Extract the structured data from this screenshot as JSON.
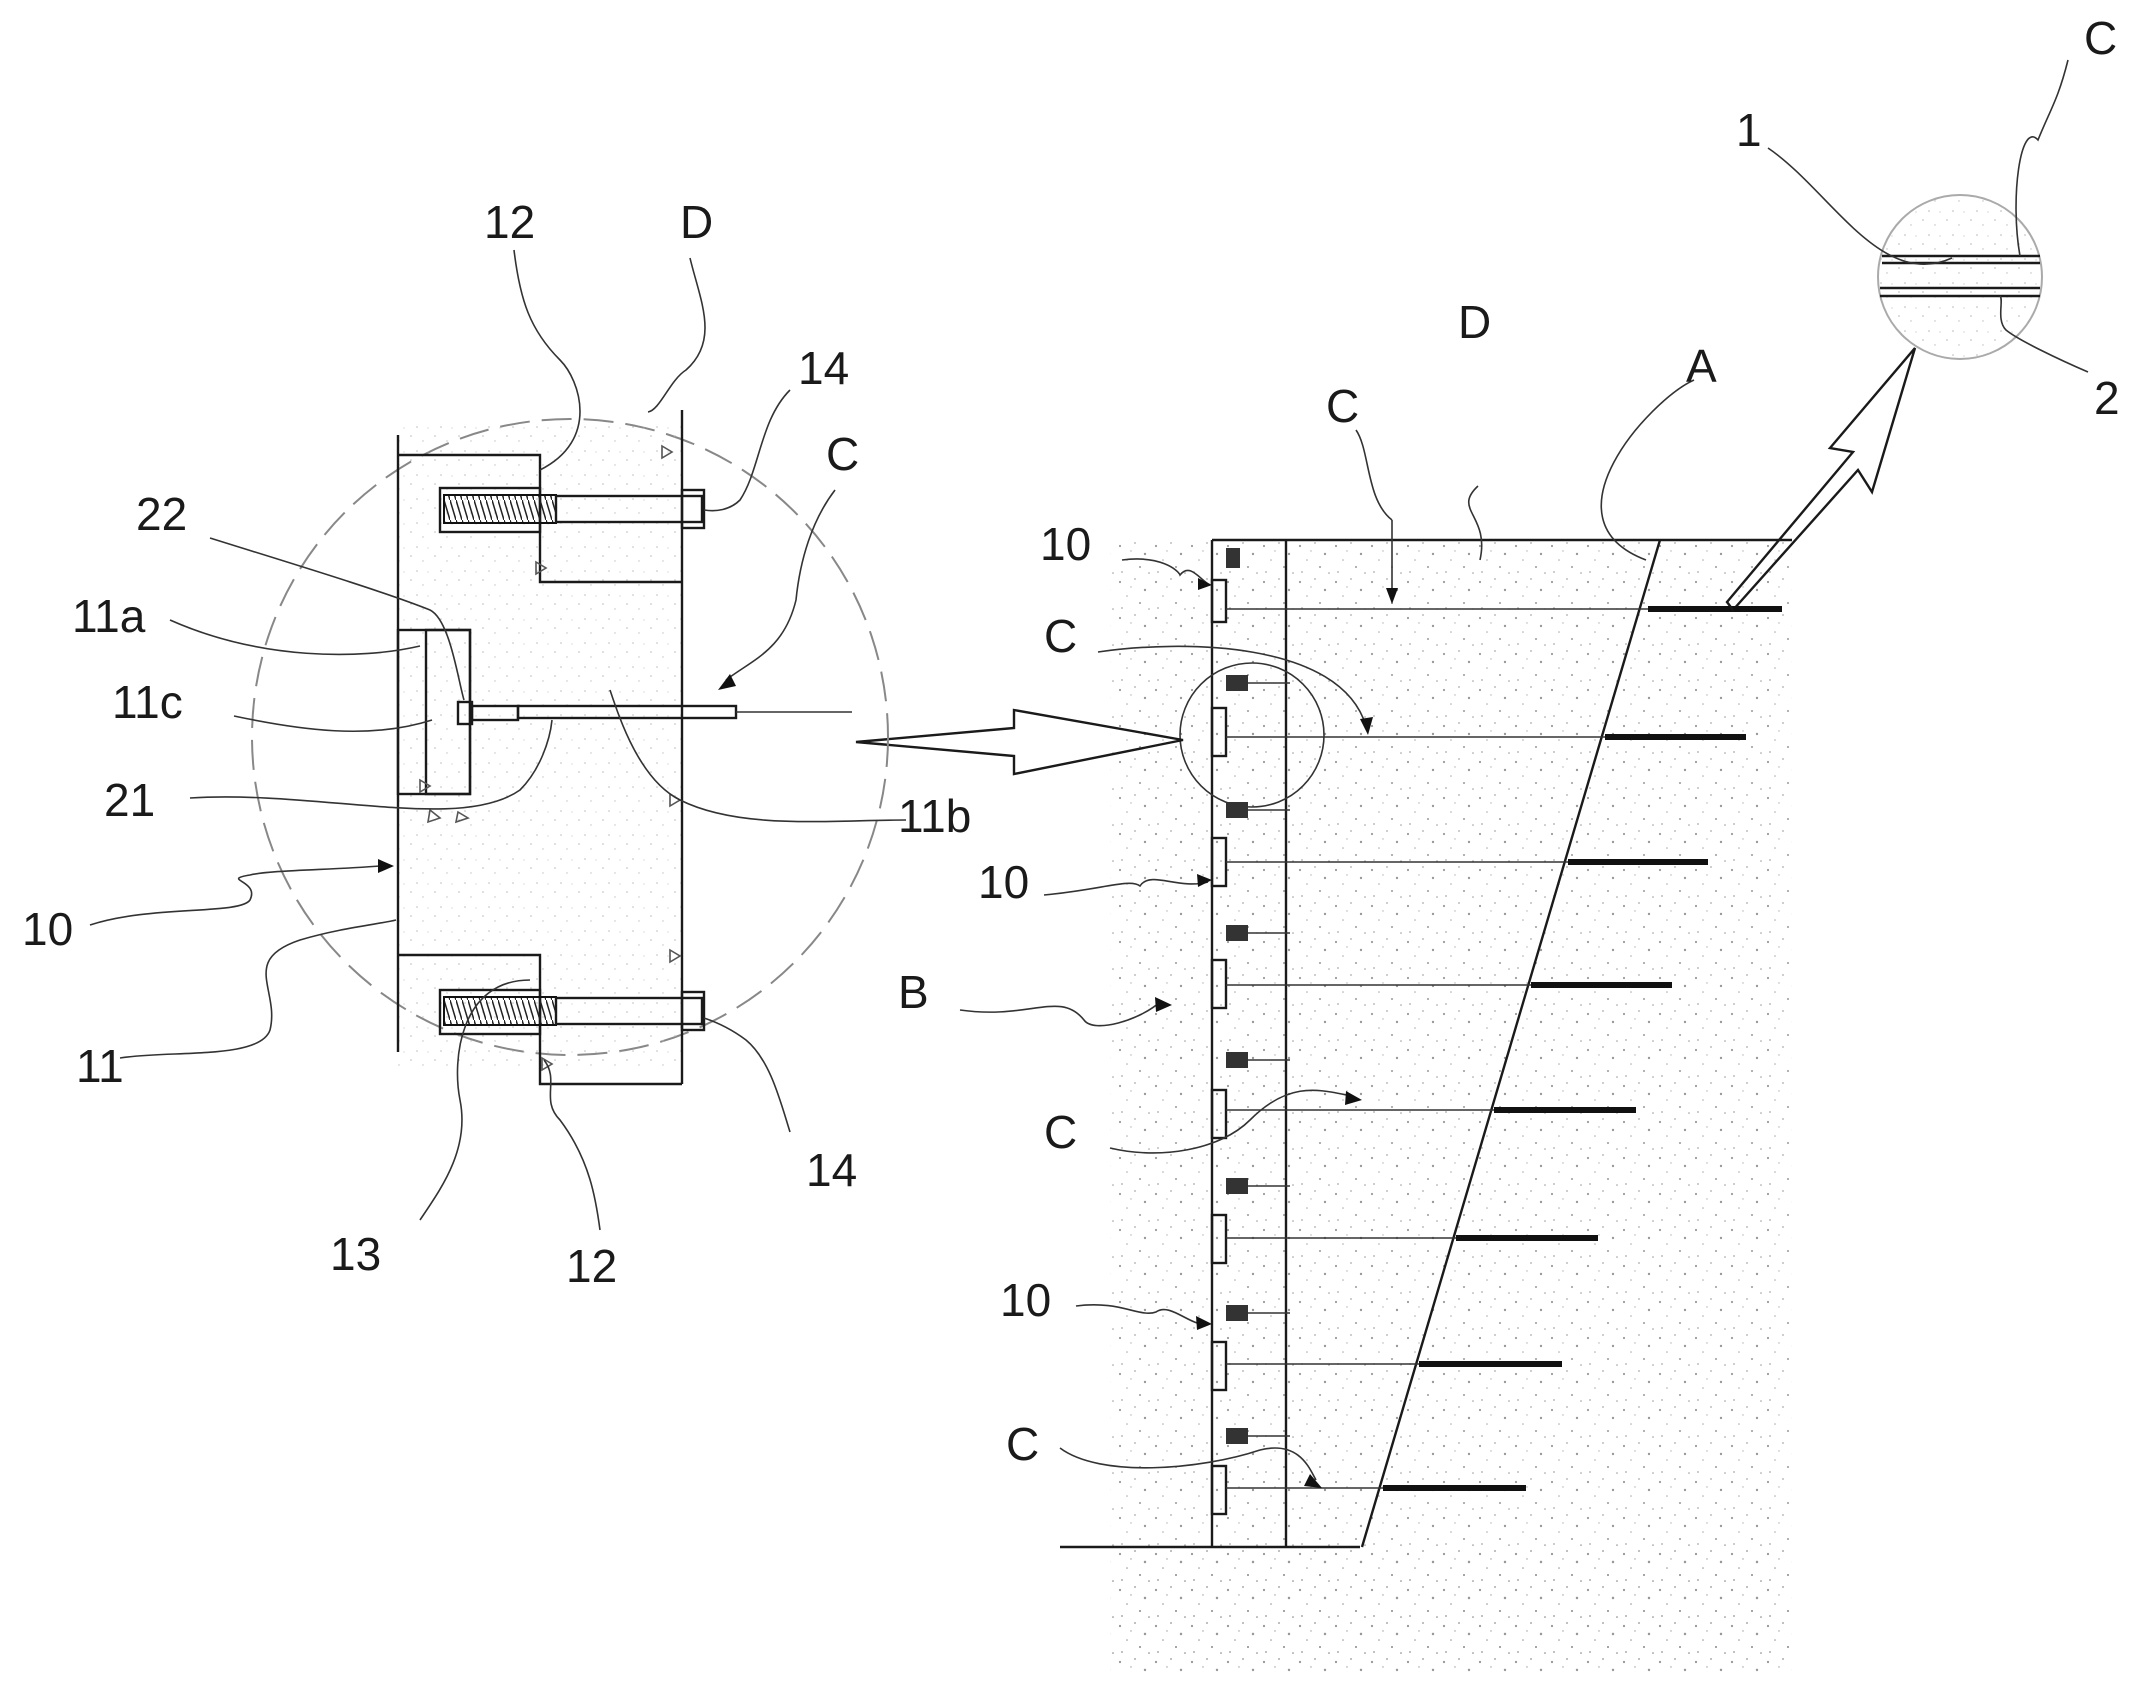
{
  "labels": {
    "detail": {
      "n12_top": "12",
      "d_top": "D",
      "n14_top": "14",
      "c_detail": "C",
      "n22": "22",
      "n11a": "11a",
      "n11c": "11c",
      "n21": "21",
      "n11b": "11b",
      "n10": "10",
      "n11": "11",
      "n13": "13",
      "n12_bottom": "12",
      "n14_bottom": "14"
    },
    "wall": {
      "d_soil": "D",
      "a_line": "A",
      "c_top": "C",
      "n10_top": "10",
      "c_upper": "C",
      "n10_mid": "10",
      "b_wall": "B",
      "c_lower": "C",
      "n10_low": "10",
      "c_bottom": "C"
    },
    "inset": {
      "c_inset": "C",
      "n1": "1",
      "n2": "2"
    }
  },
  "colors": {
    "line": "#1a1a1a",
    "soil_texture": "#9a9a9a",
    "dashed_circle": "#888888"
  }
}
